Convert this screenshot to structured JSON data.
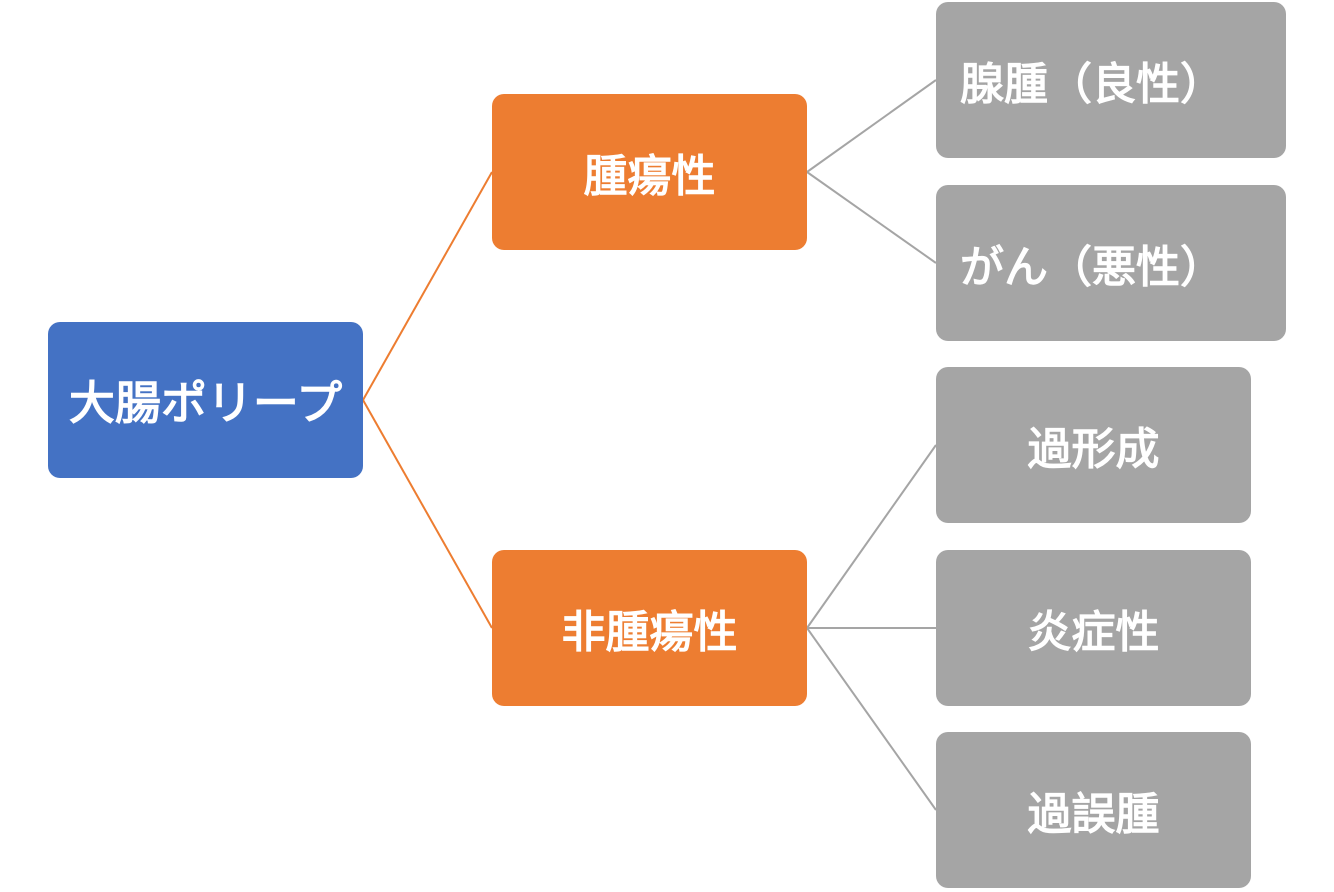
{
  "diagram": {
    "root": {
      "label": "大腸ポリープ"
    },
    "branches": [
      {
        "label": "腫瘍性",
        "children": [
          {
            "label": "腺腫（良性）"
          },
          {
            "label": "がん（悪性）"
          }
        ]
      },
      {
        "label": "非腫瘍性",
        "children": [
          {
            "label": "過形成"
          },
          {
            "label": "炎症性"
          },
          {
            "label": "過誤腫"
          }
        ]
      }
    ]
  },
  "colors": {
    "root_fill": "#4472C4",
    "branch_fill": "#ED7D31",
    "leaf_fill": "#A5A5A5",
    "branch_connector": "#ED7D31",
    "leaf_connector": "#A5A5A5",
    "text": "#FFFFFF"
  }
}
